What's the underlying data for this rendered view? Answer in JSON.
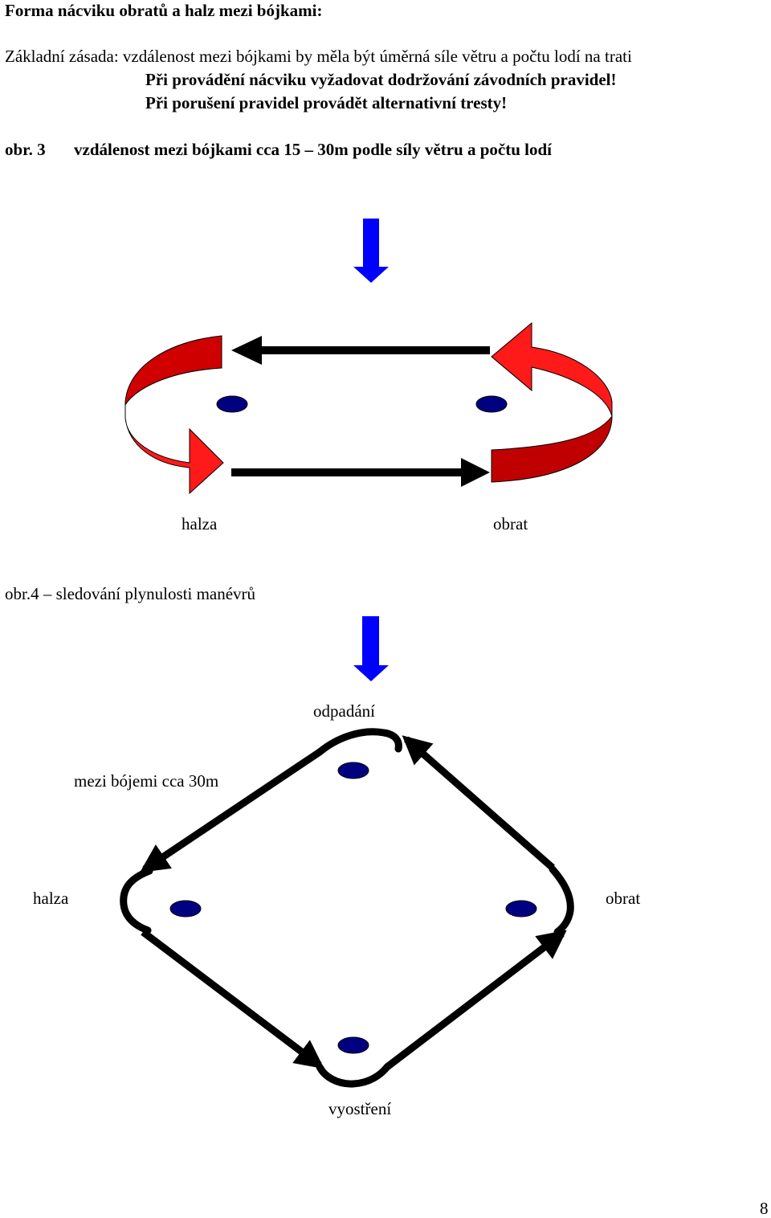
{
  "heading": "Forma nácviku obratů a halz mezi bójkami:",
  "intro": {
    "line1": "Základní zásada: vzdálenost mezi bójkami by měla být úměrná síle větru a počtu lodí na trati",
    "line2": "Při provádění nácviku vyžadovat dodržování závodních pravidel!",
    "line3": "Při porušení pravidel provádět alternativní tresty!"
  },
  "figure3": {
    "label": "obr. 3",
    "caption": "vzdálenost mezi bójkami cca 15 – 30m podle síly větru a počtu lodí",
    "left_label": "halza",
    "right_label": "obrat"
  },
  "figure4": {
    "caption": "obr.4 – sledování  plynulosti manévrů",
    "top_label": "odpadání",
    "distance_label": "mezi bójemi cca 30m",
    "left_label": "halza",
    "right_label": "obrat",
    "bottom_label": "vyostření"
  },
  "page_number": "8",
  "colors": {
    "wind_arrow": "#0000ff",
    "turn_arrow_light": "#ff1a1a",
    "turn_arrow_dark": "#c00000",
    "buoy": "#000080",
    "path": "#000000"
  }
}
